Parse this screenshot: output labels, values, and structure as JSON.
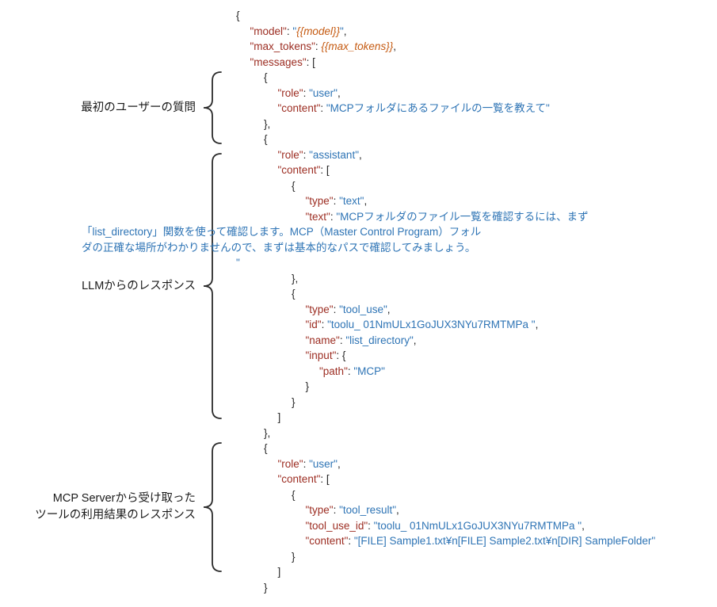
{
  "colors": {
    "key": "#9c2d22",
    "string": "#2e74b5",
    "template": "#c55a11",
    "punct": "#262626"
  },
  "annotations": [
    {
      "lines": [
        "最初のユーザーの質問"
      ]
    },
    {
      "lines": [
        "LLMからのレスポンス"
      ]
    },
    {
      "lines": [
        "MCP Serverから受け取った",
        "ツールの利用結果のレスポンス"
      ]
    }
  ],
  "code": {
    "lines": [
      {
        "indent": 0,
        "tokens": [
          [
            "p",
            "{"
          ]
        ]
      },
      {
        "indent": 1,
        "tokens": [
          [
            "k",
            "\"model\""
          ],
          [
            "p",
            ": "
          ],
          [
            "s",
            "\""
          ],
          [
            "t",
            "{{model}}"
          ],
          [
            "s",
            "\""
          ],
          [
            "p",
            ","
          ]
        ]
      },
      {
        "indent": 1,
        "tokens": [
          [
            "k",
            "\"max_tokens\""
          ],
          [
            "p",
            ": "
          ],
          [
            "t",
            "{{max_tokens}}"
          ],
          [
            "p",
            ","
          ]
        ]
      },
      {
        "indent": 1,
        "tokens": [
          [
            "k",
            "\"messages\""
          ],
          [
            "p",
            ": ["
          ]
        ]
      },
      {
        "indent": 2,
        "tokens": [
          [
            "p",
            "{"
          ]
        ]
      },
      {
        "indent": 3,
        "tokens": [
          [
            "k",
            "\"role\""
          ],
          [
            "p",
            ": "
          ],
          [
            "s",
            "\"user\""
          ],
          [
            "p",
            ","
          ]
        ]
      },
      {
        "indent": 3,
        "tokens": [
          [
            "k",
            "\"content\""
          ],
          [
            "p",
            ": "
          ],
          [
            "s",
            "\"MCPフォルダにあるファイルの一覧を教えて\""
          ]
        ]
      },
      {
        "indent": 2,
        "tokens": [
          [
            "p",
            "},"
          ]
        ]
      },
      {
        "indent": 2,
        "tokens": [
          [
            "p",
            "{"
          ]
        ]
      },
      {
        "indent": 3,
        "tokens": [
          [
            "k",
            "\"role\""
          ],
          [
            "p",
            ": "
          ],
          [
            "s",
            "\"assistant\""
          ],
          [
            "p",
            ","
          ]
        ]
      },
      {
        "indent": 3,
        "tokens": [
          [
            "k",
            "\"content\""
          ],
          [
            "p",
            ": ["
          ]
        ]
      },
      {
        "indent": 4,
        "tokens": [
          [
            "p",
            "{"
          ]
        ]
      },
      {
        "indent": 5,
        "tokens": [
          [
            "k",
            "\"type\""
          ],
          [
            "p",
            ": "
          ],
          [
            "s",
            "\"text\""
          ],
          [
            "p",
            ","
          ]
        ]
      },
      {
        "indent": 5,
        "tokens": [
          [
            "k",
            "\"text\""
          ],
          [
            "p",
            ": "
          ],
          [
            "s",
            "\"MCPフォルダのファイル一覧を確認するには、まず"
          ]
        ]
      },
      {
        "indent": 0,
        "wrap": true,
        "tokens": [
          [
            "s",
            "「list_directory」関数を使って確認します。MCP（Master Control Program）フォル"
          ]
        ]
      },
      {
        "indent": 0,
        "wrap": true,
        "tokens": [
          [
            "s",
            "ダの正確な場所がわかりませんので、まずは基本的なパスで確認してみましょう。"
          ]
        ]
      },
      {
        "indent": 0,
        "tokens": [
          [
            "s",
            "\""
          ]
        ]
      },
      {
        "indent": 4,
        "tokens": [
          [
            "p",
            "},"
          ]
        ]
      },
      {
        "indent": 4,
        "tokens": [
          [
            "p",
            "{"
          ]
        ]
      },
      {
        "indent": 5,
        "tokens": [
          [
            "k",
            "\"type\""
          ],
          [
            "p",
            ": "
          ],
          [
            "s",
            "\"tool_use\""
          ],
          [
            "p",
            ","
          ]
        ]
      },
      {
        "indent": 5,
        "tokens": [
          [
            "k",
            "\"id\""
          ],
          [
            "p",
            ": "
          ],
          [
            "s",
            "\"toolu_ 01NmULx1GoJUX3NYu7RMTMPa \""
          ],
          [
            "p",
            ","
          ]
        ]
      },
      {
        "indent": 5,
        "tokens": [
          [
            "k",
            "\"name\""
          ],
          [
            "p",
            ": "
          ],
          [
            "s",
            "\"list_directory\""
          ],
          [
            "p",
            ","
          ]
        ]
      },
      {
        "indent": 5,
        "tokens": [
          [
            "k",
            "\"input\""
          ],
          [
            "p",
            ": {"
          ]
        ]
      },
      {
        "indent": 6,
        "tokens": [
          [
            "k",
            "\"path\""
          ],
          [
            "p",
            ": "
          ],
          [
            "s",
            "\"MCP\""
          ]
        ]
      },
      {
        "indent": 5,
        "tokens": [
          [
            "p",
            "}"
          ]
        ]
      },
      {
        "indent": 4,
        "tokens": [
          [
            "p",
            "}"
          ]
        ]
      },
      {
        "indent": 3,
        "tokens": [
          [
            "p",
            "]"
          ]
        ]
      },
      {
        "indent": 2,
        "tokens": [
          [
            "p",
            "},"
          ]
        ]
      },
      {
        "indent": 2,
        "tokens": [
          [
            "p",
            "{"
          ]
        ]
      },
      {
        "indent": 3,
        "tokens": [
          [
            "k",
            "\"role\""
          ],
          [
            "p",
            ": "
          ],
          [
            "s",
            "\"user\""
          ],
          [
            "p",
            ","
          ]
        ]
      },
      {
        "indent": 3,
        "tokens": [
          [
            "k",
            "\"content\""
          ],
          [
            "p",
            ": ["
          ]
        ]
      },
      {
        "indent": 4,
        "tokens": [
          [
            "p",
            "{"
          ]
        ]
      },
      {
        "indent": 5,
        "tokens": [
          [
            "k",
            "\"type\""
          ],
          [
            "p",
            ": "
          ],
          [
            "s",
            "\"tool_result\""
          ],
          [
            "p",
            ","
          ]
        ]
      },
      {
        "indent": 5,
        "tokens": [
          [
            "k",
            "\"tool_use_id\""
          ],
          [
            "p",
            ": "
          ],
          [
            "s",
            "\"toolu_ 01NmULx1GoJUX3NYu7RMTMPa \""
          ],
          [
            "p",
            ","
          ]
        ]
      },
      {
        "indent": 5,
        "tokens": [
          [
            "k",
            "\"content\""
          ],
          [
            "p",
            ": "
          ],
          [
            "s",
            "\"[FILE] Sample1.txt¥n[FILE] Sample2.txt¥n[DIR] SampleFolder\""
          ]
        ]
      },
      {
        "indent": 4,
        "tokens": [
          [
            "p",
            "}"
          ]
        ]
      },
      {
        "indent": 3,
        "tokens": [
          [
            "p",
            "]"
          ]
        ]
      },
      {
        "indent": 2,
        "tokens": [
          [
            "p",
            "}"
          ]
        ]
      }
    ]
  }
}
